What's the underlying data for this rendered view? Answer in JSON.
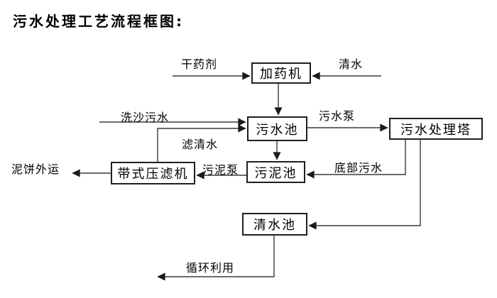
{
  "title": "污水处理工艺流程框图:",
  "nodes": {
    "dosing_machine": "加药机",
    "sewage_pool": "污水池",
    "treatment_tower": "污水处理塔",
    "sludge_pool": "污泥池",
    "belt_filter_press": "带式压滤机",
    "clean_water_pool": "清水池"
  },
  "edge_labels": {
    "dry_agent": "干药剂",
    "clean_water": "清水",
    "sand_washing_sewage": "洗沙污水",
    "filtered_water": "滤清水",
    "sewage_pump": "污水泵",
    "bottom_sewage": "底部污水",
    "sludge_pump": "污泥泵",
    "mud_cake_out": "泥饼外运",
    "recycle": "循环利用"
  },
  "colors": {
    "background": "#ffffff",
    "line": "#3a3a3a",
    "arrowhead": "#1a1a1a",
    "box_border": "#1f1f1f",
    "text": "#000000"
  }
}
